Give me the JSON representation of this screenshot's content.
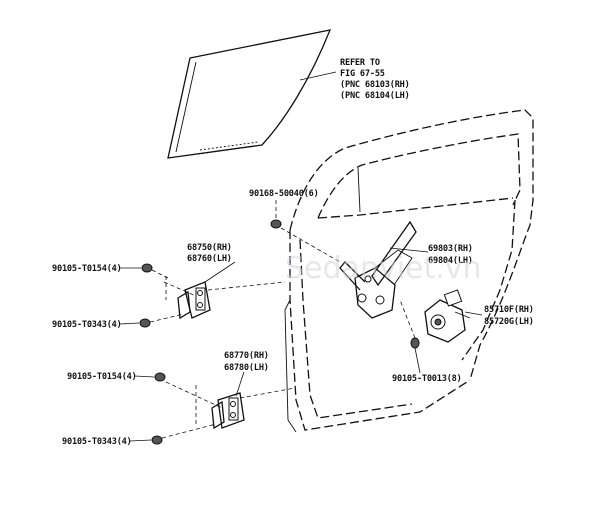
{
  "watermark": "Sedanviet.vn",
  "callouts": {
    "refer": {
      "line1": "REFER TO",
      "line2": "FIG 67-55",
      "line3": "(PNC 68103(RH)",
      "line4": "(PNC 68104(LH)"
    },
    "bolt_90168": "90168-50040(6)",
    "hinge_upper_rh": "68750(RH)",
    "hinge_upper_lh": "68760(LH)",
    "regulator_rh": "69803(RH)",
    "regulator_lh": "69804(LH)",
    "motor_rh": "85710F(RH)",
    "motor_lh": "85720G(LH)",
    "bolt_t0154_upper": "90105-T0154(4)",
    "bolt_t0343_upper": "90105-T0343(4)",
    "bolt_t0013": "90105-T0013(8)",
    "hinge_lower_rh": "68770(RH)",
    "hinge_lower_lh": "68780(LH)",
    "bolt_t0154_lower": "90105-T0154(4)",
    "bolt_t0343_lower": "90105-T0343(4)"
  }
}
